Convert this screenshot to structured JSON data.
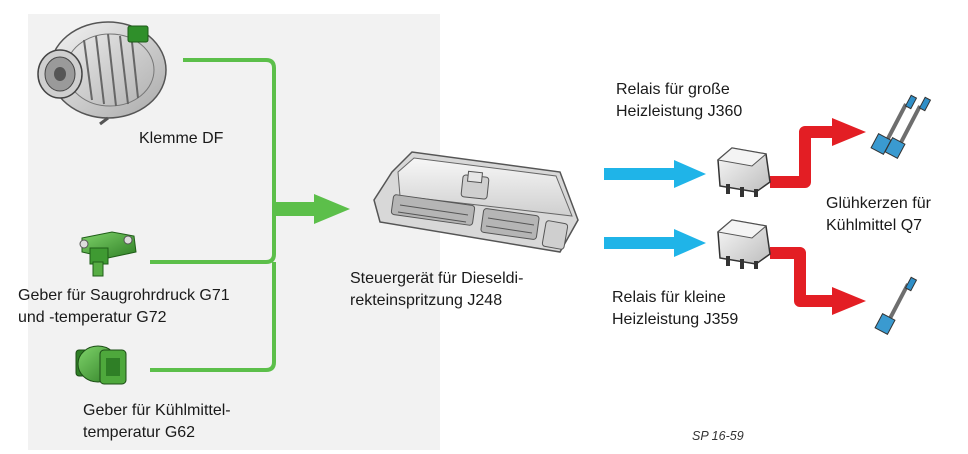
{
  "labels": {
    "klemme_df": "Klemme DF",
    "geber_saugrohr_1": "Geber für Saugrohrdruck G71",
    "geber_saugrohr_2": "und -temperatur G72",
    "geber_kuehl_1": "Geber für Kühlmittel-",
    "geber_kuehl_2": "temperatur G62",
    "steuergeraet_1": "Steuergerät für Dieseldi-",
    "steuergeraet_2": "rekteinspritzung J248",
    "relais_gross_1": "Relais für große",
    "relais_gross_2": "Heizleistung J360",
    "relais_klein_1": "Relais für kleine",
    "relais_klein_2": "Heizleistung J359",
    "gluehkerzen_1": "Glühkerzen für",
    "gluehkerzen_2": "Kühlmittel Q7"
  },
  "caption": "SP 16-59",
  "colors": {
    "signal_green": "#5cbf4a",
    "signal_blue": "#1fb4e8",
    "signal_red": "#e31e24",
    "sensor_green": "#4ea83c",
    "panel_gray": "#f2f2f2"
  },
  "icons": {
    "alternator": "alternator-icon",
    "pressure_sensor": "pressure-sensor-icon",
    "temp_sensor": "temperature-sensor-icon",
    "ecu": "ecu-icon",
    "relay": "relay-icon",
    "glow_plug": "glow-plug-icon"
  }
}
